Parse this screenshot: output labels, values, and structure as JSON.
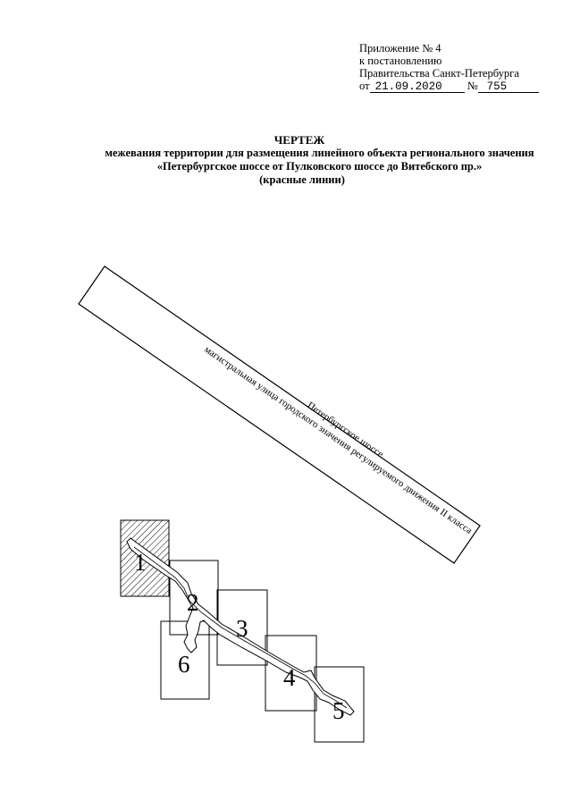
{
  "appendix": {
    "line1": "Приложение № 4",
    "line2": "к постановлению",
    "line3": "Правительства Санкт-Петербурга",
    "date_prefix": "от",
    "date_value": "21.09.2020",
    "number_prefix": "№",
    "number_value": "755"
  },
  "title": {
    "line1": "ЧЕРТЕЖ",
    "line2": "межевания территории для размещения линейного объекта регионального значения",
    "line3": "«Петербургское шоссе от Пулковского шоссе до Витебского пр.»",
    "line4": "(красные линии)"
  },
  "road": {
    "name": "Петербургское шоссе",
    "category": "магистральная улица городского значения регулируемого движения II класса"
  },
  "sheets": [
    "1",
    "2",
    "3",
    "4",
    "5",
    "6"
  ]
}
